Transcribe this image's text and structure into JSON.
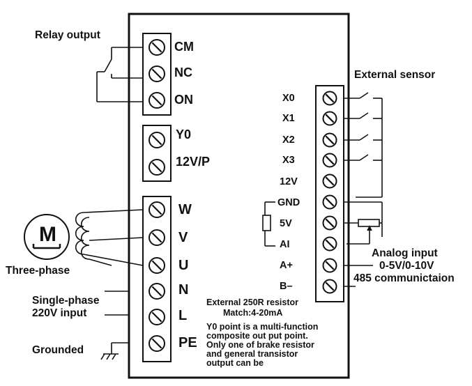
{
  "labels": {
    "relay_output": "Relay output",
    "external_sensor": "External sensor",
    "three_phase": "Three-phase",
    "single_phase_line1": "Single-phase",
    "single_phase_line2": "220V input",
    "grounded": "Grounded",
    "analog_input_line1": "Analog input",
    "analog_input_line2": "0-5V/0-10V",
    "rs485": "485 communictaion",
    "motor_symbol": "M"
  },
  "relay_terminals": [
    "CM",
    "NC",
    "ON"
  ],
  "output_terminals": [
    "Y0",
    "12V/P"
  ],
  "power_terminals": [
    "W",
    "V",
    "U",
    "N",
    "L",
    "PE"
  ],
  "signal_terminals": [
    "X0",
    "X1",
    "X2",
    "X3",
    "12V",
    "GND",
    "5V",
    "AI",
    "A+",
    "B–"
  ],
  "notes": {
    "resistor_line1": "External 250R resistor",
    "resistor_line2": "Match:4-20mA",
    "y0_line1": "Y0 point is a multi-function",
    "y0_line2": "composite out put point.",
    "y0_line3": "Only one of brake resistor",
    "y0_line4": "and general transistor",
    "y0_line5": "output can be"
  }
}
